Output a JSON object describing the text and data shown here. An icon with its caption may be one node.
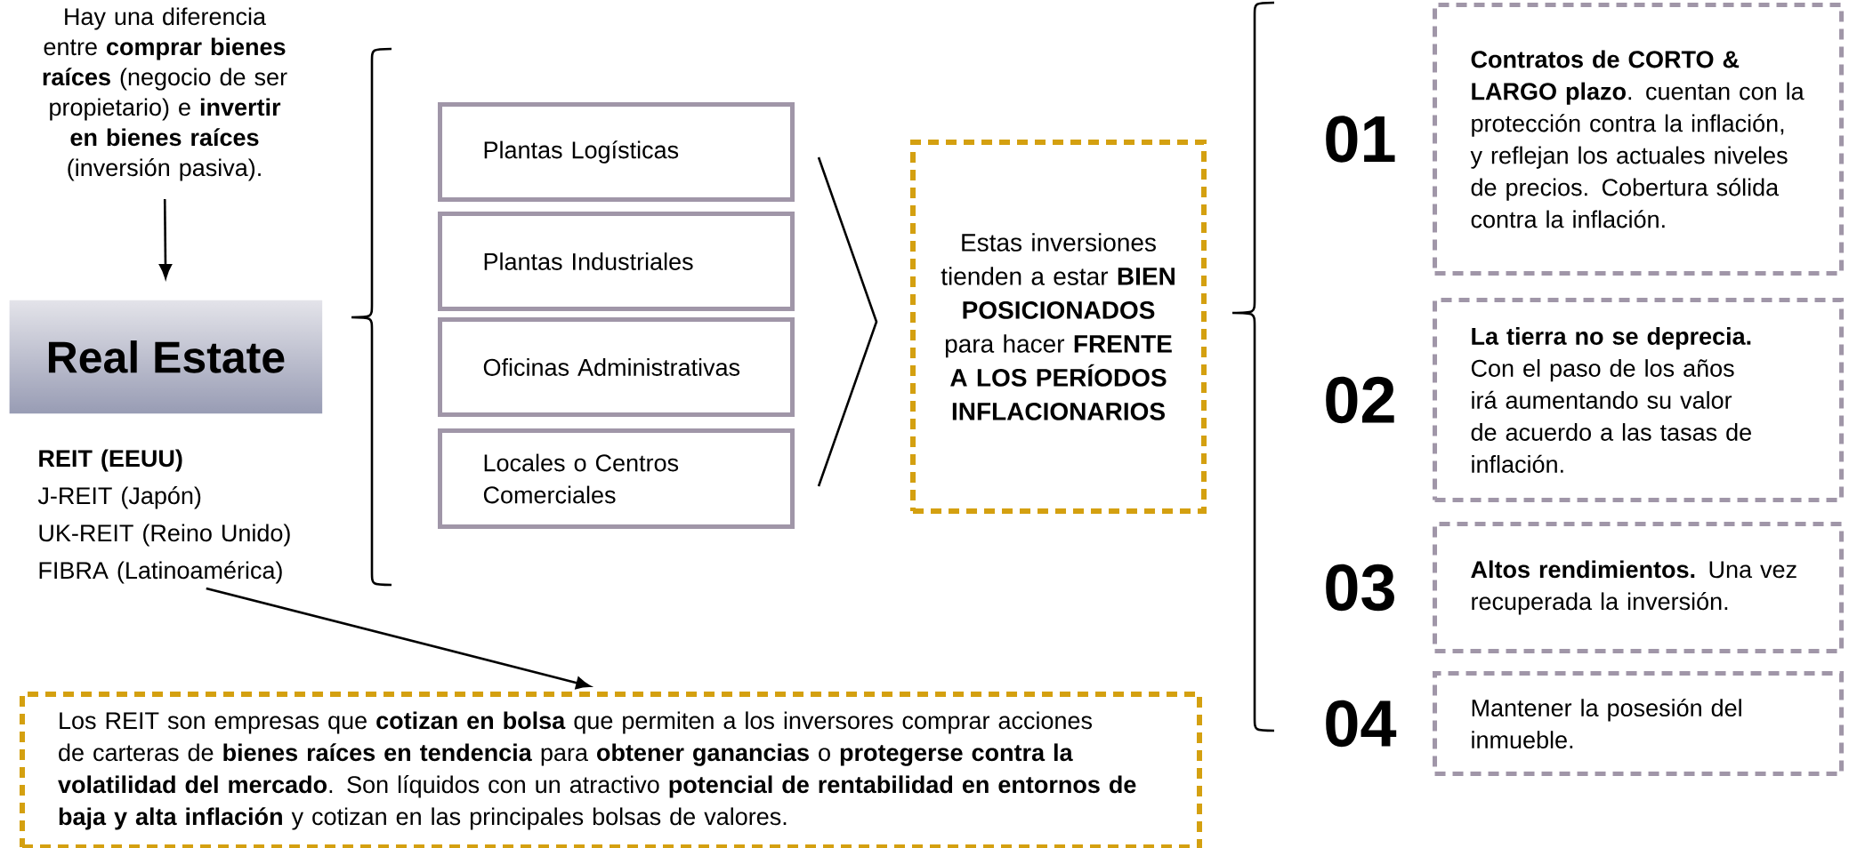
{
  "diagram": {
    "nodes": [
      {
        "text": [
          "Hay una diferencia entre **comprar bienes raíces** (negocio de ser propietario) e **invertir en bienes raíces** (inversión pasiva)."
        ]
      },
      {
        "text": [
          "Real Estate"
        ]
      },
      {
        "text": [
          "REIT (EEUU)",
          "J-REIT (Japón)",
          "UK-REIT (Reino Unido)",
          "FIBRA (Latinoamérica)"
        ]
      },
      {
        "text": [
          "Plantas Logísticas"
        ]
      },
      {
        "text": [
          "Plantas Industriales"
        ]
      },
      {
        "text": [
          "Oficinas Administrativas"
        ]
      },
      {
        "text": [
          "Locales o Centros Comerciales"
        ]
      },
      {
        "text": [
          "Estas inversiones tienden a estar **BIEN POSICIONADOS** para hacer **FRENTE A LOS PERÍODOS INFLACIONARIOS**"
        ]
      },
      {
        "text": [
          "Los REIT son empresas que **cotizan en bolsa** que permiten a los inversores comprar acciones de carteras de **bienes raíces en tendencia** para **obtener ganancias** o **protegerse contra la volatilidad del mercado**. Son líquidos con un atractivo **potencial de rentabilidad en entornos de baja y alta inflación** y cotizan en las principales bolsas de valores."
        ]
      },
      {
        "text": [
          "**Contratos de CORTO & LARGO plazo**. cuentan con la protección contra la inflación, y reflejan los actuales niveles de precios. Cobertura sólida contra la inflación."
        ],
        "beside": [
          "01"
        ]
      },
      {
        "text": [
          "**La tierra no se deprecia.** Con el paso de los años irá aumentando su valor de acuerdo a las tasas de inflación."
        ],
        "beside": [
          "02"
        ]
      },
      {
        "text": [
          "**Altos rendimientos.** Una vez recuperada la inversión."
        ],
        "beside": [
          "03"
        ]
      },
      {
        "text": [
          "Mantener la posesión del inmueble."
        ],
        "beside": [
          "04"
        ]
      }
    ],
    "edges": [
      {
        "from": 0,
        "to": 1,
        "arrow": "to"
      },
      {
        "from": 2,
        "to": 8,
        "arrow": "to"
      }
    ]
  }
}
